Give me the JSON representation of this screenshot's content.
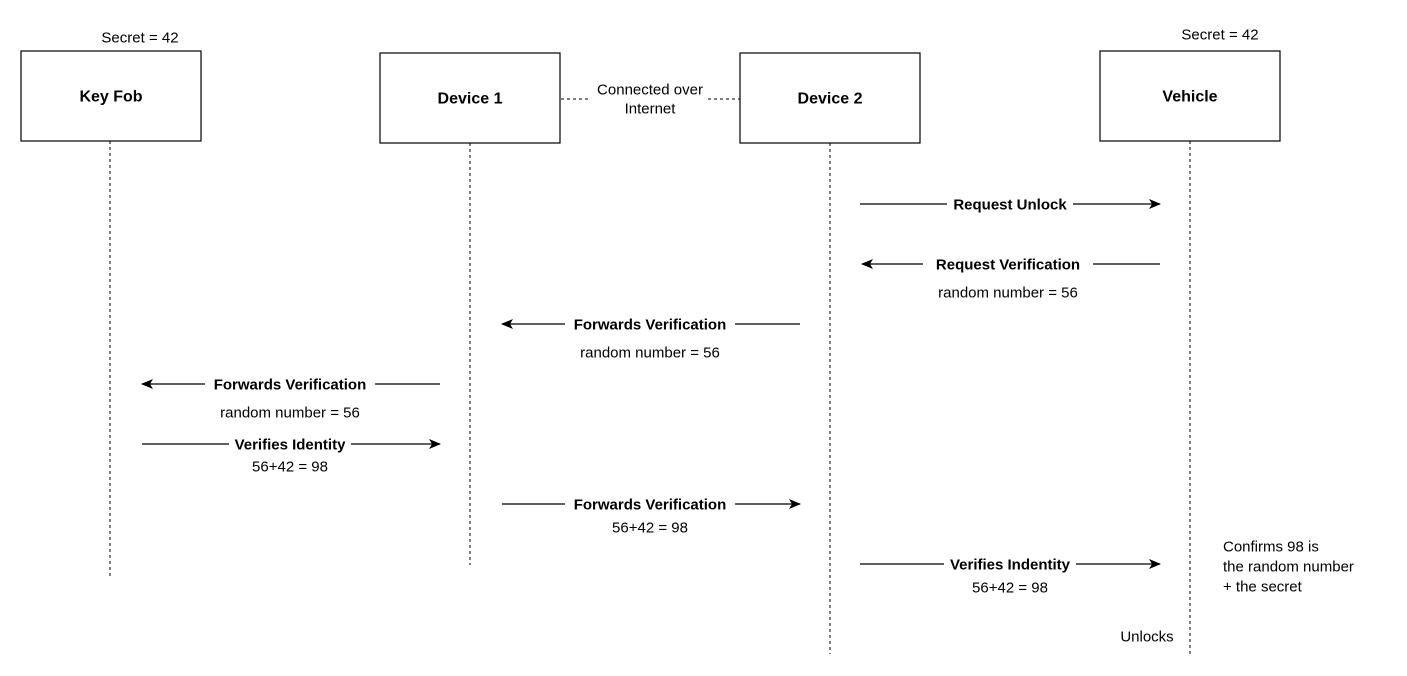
{
  "participants": [
    {
      "id": "keyfob",
      "label": "Key Fob"
    },
    {
      "id": "device1",
      "label": "Device 1"
    },
    {
      "id": "device2",
      "label": "Device 2"
    },
    {
      "id": "vehicle",
      "label": "Vehicle"
    }
  ],
  "secrets": {
    "keyfob": "Secret = 42",
    "vehicle": "Secret = 42"
  },
  "connection": {
    "line1": "Connected over",
    "line2": "Internet"
  },
  "messages": [
    {
      "from": "device2",
      "to": "vehicle",
      "label": "Request Unlock",
      "sub": ""
    },
    {
      "from": "vehicle",
      "to": "device2",
      "label": "Request Verification",
      "sub": "random number = 56"
    },
    {
      "from": "device2",
      "to": "device1",
      "label": "Forwards Verification",
      "sub": "random number = 56"
    },
    {
      "from": "device1",
      "to": "keyfob",
      "label": "Forwards Verification",
      "sub": "random number = 56"
    },
    {
      "from": "keyfob",
      "to": "device1",
      "label": "Verifies Identity",
      "sub": "56+42 = 98"
    },
    {
      "from": "device1",
      "to": "device2",
      "label": "Forwards Verification",
      "sub": "56+42 = 98"
    },
    {
      "from": "device2",
      "to": "vehicle",
      "label": "Verifies Indentity",
      "sub": "56+42 = 98"
    }
  ],
  "vehicle_note": {
    "lines": [
      "Confirms 98 is",
      "the random number",
      "+ the secret"
    ]
  },
  "unlocks_label": "Unlocks"
}
